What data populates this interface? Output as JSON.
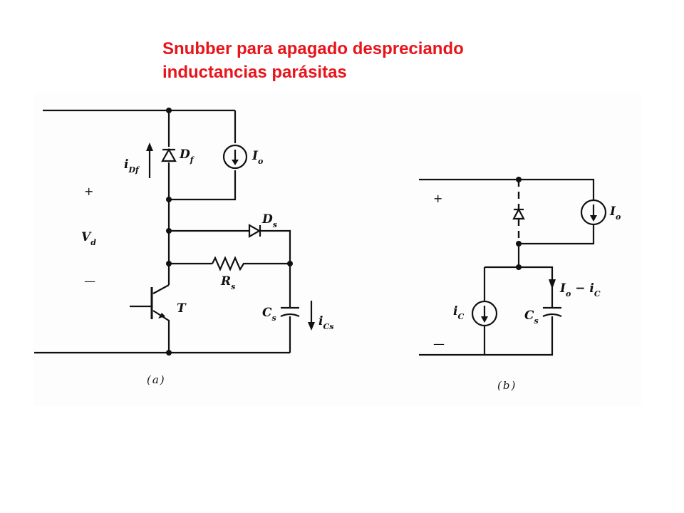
{
  "title": {
    "line1": "Snubber para apagado despreciando",
    "line2": "inductancias parásitas"
  },
  "title_color": "#e8141b",
  "circuit_a": {
    "caption": "(a)",
    "plus": "+",
    "minus": "—",
    "vd_main": "V",
    "vd_sub": "d",
    "idf_main": "i",
    "idf_sub": "Df",
    "df_main": "D",
    "df_sub": "f",
    "io_main": "I",
    "io_sub": "o",
    "ds_main": "D",
    "ds_sub": "s",
    "rs_main": "R",
    "rs_sub": "s",
    "cs_main": "C",
    "cs_sub": "s",
    "ics_main": "i",
    "ics_sub": "Cs",
    "t": "T"
  },
  "circuit_b": {
    "caption": "(b)",
    "plus": "+",
    "minus": "—",
    "io_main": "I",
    "io_sub": "o",
    "ioic_1": "I",
    "ioic_1sub": "o",
    "ioic_op": " − ",
    "ioic_2": "i",
    "ioic_2sub": "C",
    "ic_main": "i",
    "ic_sub": "C",
    "cs_main": "C",
    "cs_sub": "s"
  }
}
